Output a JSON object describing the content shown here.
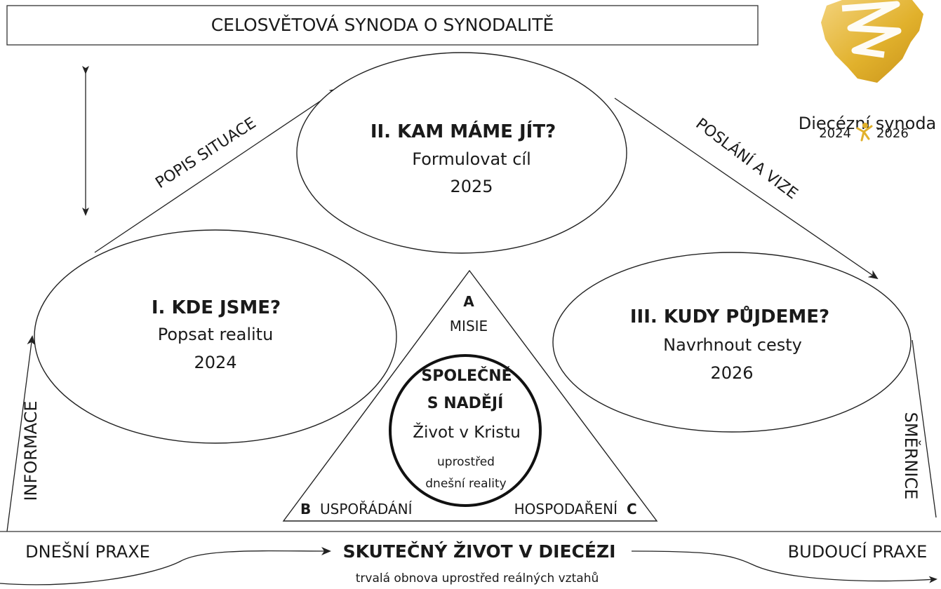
{
  "header": {
    "title": "CELOSVĚTOVÁ SYNODA O SYNODALITĚ"
  },
  "logo": {
    "title": "Diecézní synoda",
    "year_start": "2024",
    "year_end": "2026",
    "accent": "#e1b12c"
  },
  "stages": {
    "one": {
      "title": "I. KDE JSME?",
      "subtitle": "Popsat realitu",
      "year": "2024"
    },
    "two": {
      "title": "II. KAM MÁME JÍT?",
      "subtitle": "Formulovat cíl",
      "year": "2025"
    },
    "three": {
      "title": "III. KUDY PŮJDEME?",
      "subtitle": "Navrhnout cesty",
      "year": "2026"
    }
  },
  "edges": {
    "popis": "POPIS SITUACE",
    "poslani": "POSLÁNÍ A VIZE",
    "informace": "INFORMACE",
    "smernice": "SMĚRNICE"
  },
  "triangle": {
    "a_letter": "A",
    "a_label": "MISIE",
    "b_letter": "B",
    "b_label": "USPOŘÁDÁNÍ",
    "c_letter": "C",
    "c_label": "HOSPODAŘENÍ"
  },
  "center": {
    "line1": "SPOLEČNĚ",
    "line2": "S NADĚJÍ",
    "line3": "Život v Kristu",
    "line4": "uprostřed",
    "line5": "dnešní reality"
  },
  "footer": {
    "left": "DNEŠNÍ PRAXE",
    "center": "SKUTEČNÝ ŽIVOT V DIECÉZI",
    "sub": "trvalá obnova uprostřed reálných vztahů",
    "right": "BUDOUCÍ PRAXE"
  }
}
